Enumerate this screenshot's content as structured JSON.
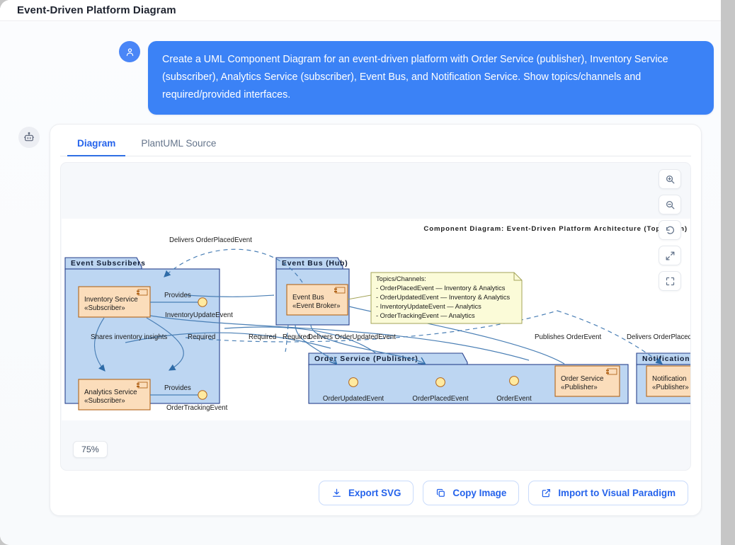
{
  "window": {
    "title": "Event-Driven Platform Diagram"
  },
  "conversation": {
    "user": {
      "avatar_icon": "user-icon",
      "message": "Create a UML Component Diagram for an event-driven platform with Order Service (publisher), Inventory Service (subscriber), Analytics Service (subscriber), Event Bus, and Notification Service. Show topics/channels and required/provided interfaces."
    },
    "assistant": {
      "avatar_icon": "robot-icon"
    }
  },
  "card": {
    "tabs": [
      {
        "label": "Diagram",
        "active": true
      },
      {
        "label": "PlantUML Source",
        "active": false
      }
    ],
    "zoom_tools": [
      {
        "name": "zoom-in-icon",
        "label": "Zoom in"
      },
      {
        "name": "zoom-out-icon",
        "label": "Zoom out"
      },
      {
        "name": "reset-icon",
        "label": "Reset"
      },
      {
        "name": "expand-icon",
        "label": "Expand"
      },
      {
        "name": "fullscreen-icon",
        "label": "Fullscreen"
      }
    ],
    "zoom_level": "75%",
    "actions": [
      {
        "icon": "download-icon",
        "label": "Export SVG"
      },
      {
        "icon": "copy-icon",
        "label": "Copy Image"
      },
      {
        "icon": "external-link-icon",
        "label": "Import to Visual Paradigm"
      }
    ]
  },
  "diagram": {
    "title": "Component Diagram: Event-Driven Platform Architecture (Top-Down)",
    "packages": [
      {
        "id": "subscribers",
        "label": "Event Subscribers"
      },
      {
        "id": "eventbus",
        "label": "Event Bus (Hub)"
      },
      {
        "id": "orderservice",
        "label": "Order Service (Publisher)"
      },
      {
        "id": "notification",
        "label": "Notification S"
      }
    ],
    "components": [
      {
        "id": "inventory",
        "name": "Inventory Service",
        "stereotype": "«Subscriber»"
      },
      {
        "id": "analytics",
        "name": "Analytics Service",
        "stereotype": "«Subscriber»"
      },
      {
        "id": "bus",
        "name": "Event Bus",
        "stereotype": "«Event Broker»"
      },
      {
        "id": "order",
        "name": "Order Service",
        "stereotype": "«Publisher»"
      },
      {
        "id": "notif",
        "name": "Notification",
        "stereotype": "«Publisher»"
      }
    ],
    "interfaces": [
      {
        "id": "inventoryUpdate",
        "label": "InventoryUpdateEvent",
        "kind": "Provides"
      },
      {
        "id": "orderTracking",
        "label": "OrderTrackingEvent",
        "kind": "Provides"
      },
      {
        "id": "orderUpdated",
        "label": "OrderUpdatedEvent",
        "kind": "lollipop"
      },
      {
        "id": "orderPlaced",
        "label": "OrderPlacedEvent",
        "kind": "lollipop"
      },
      {
        "id": "orderEvent",
        "label": "OrderEvent",
        "kind": "lollipop"
      }
    ],
    "provides_labels": [
      "Provides",
      "Provides"
    ],
    "required_labels": [
      "Required",
      "Required",
      "Required"
    ],
    "edge_labels": [
      "Delivers OrderPlacedEvent",
      "Delivers OrderUpdatedEvent",
      "Delivers OrderPlaced",
      "Publishes OrderEvent",
      "Shares inventory insights"
    ],
    "note": {
      "title": "Topics/Channels:",
      "lines": [
        "- OrderPlacedEvent — Inventory & Analytics",
        "- OrderUpdatedEvent — Inventory & Analytics",
        "- InventoryUpdateEvent — Analytics",
        "- OrderTrackingEvent — Analytics"
      ]
    }
  },
  "colors": {
    "accent": "#3b82f6",
    "package_fill": "#bdd6f2",
    "component_fill": "#fbddbb",
    "note_fill": "#fbfbd8",
    "edge": "#4a7fb5"
  }
}
